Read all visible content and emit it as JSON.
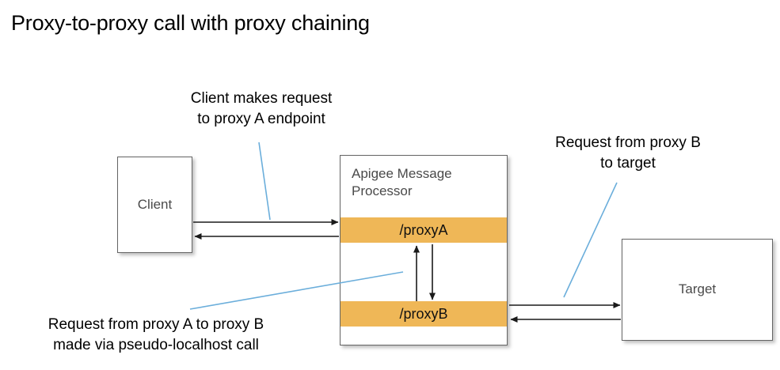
{
  "title": "Proxy-to-proxy call with proxy chaining",
  "nodes": {
    "client": {
      "label": "Client"
    },
    "message_processor": {
      "title": "Apigee Message\nProcessor",
      "endpoints": [
        {
          "label": "/proxyA",
          "color": "#efb757"
        },
        {
          "label": "/proxyB",
          "color": "#efb757"
        }
      ]
    },
    "target": {
      "label": "Target"
    }
  },
  "annotations": [
    {
      "id": "client-request",
      "text": "Client makes request\nto proxy A endpoint"
    },
    {
      "id": "proxy-b-to-target",
      "text": "Request from proxy B\nto target"
    },
    {
      "id": "proxy-chaining",
      "text": "Request from proxy A to proxy B\nmade via pseudo-localhost call"
    }
  ],
  "flows": [
    {
      "id": "client-to-proxya",
      "direction": "right"
    },
    {
      "id": "proxya-to-client",
      "direction": "left"
    },
    {
      "id": "proxya-to-proxyb",
      "direction": "down"
    },
    {
      "id": "proxyb-to-proxya",
      "direction": "up"
    },
    {
      "id": "proxyb-to-target",
      "direction": "right"
    },
    {
      "id": "target-to-proxyb",
      "direction": "left"
    }
  ],
  "colors": {
    "endpoint_band": "#efb757",
    "leader_line": "#6baedb",
    "box_border": "#646464",
    "node_text": "#4a4a4a",
    "arrow": "#1a1a1a"
  }
}
